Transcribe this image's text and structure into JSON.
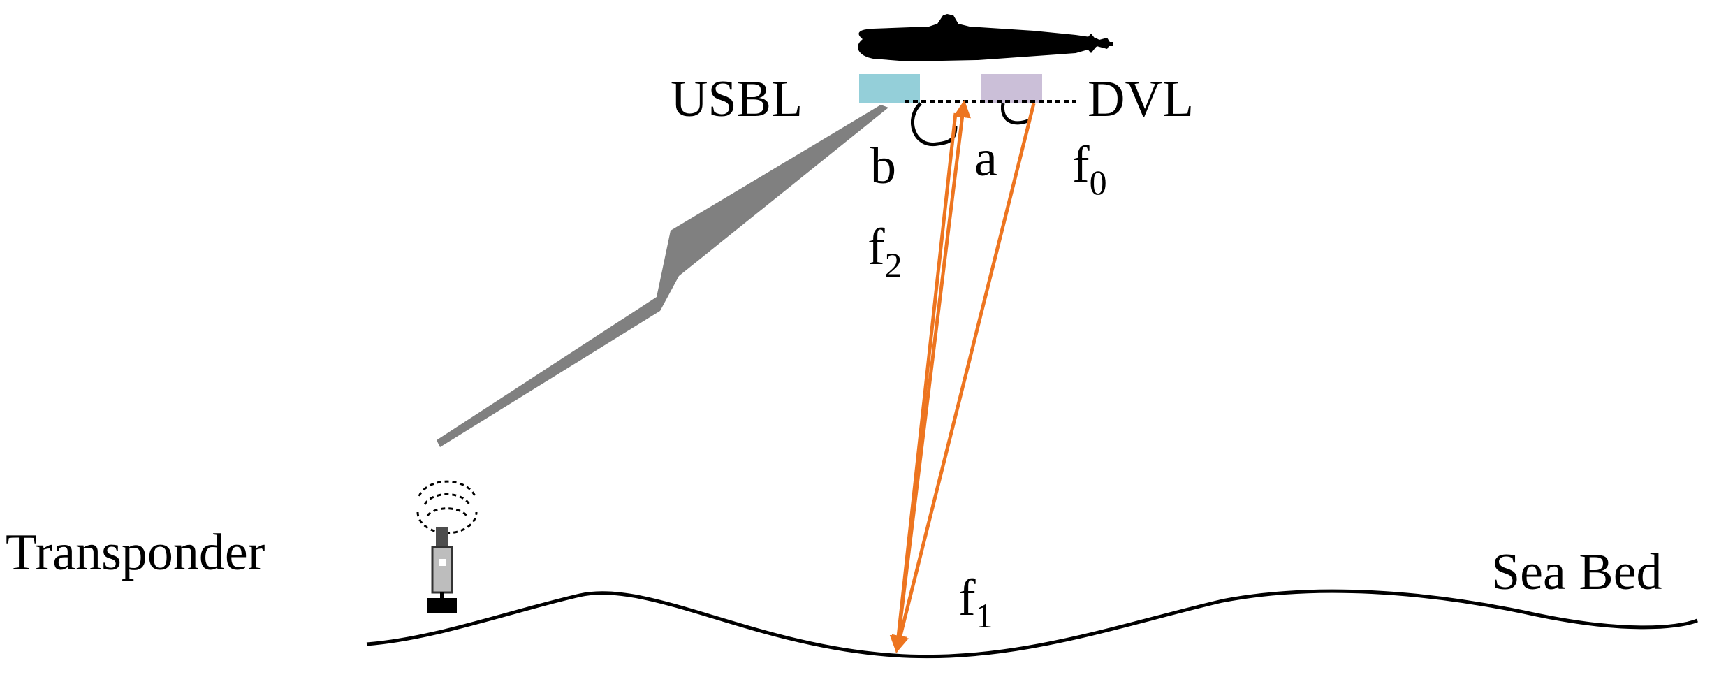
{
  "labels": {
    "usbl": "USBL",
    "dvl": "DVL",
    "angle_b": "b",
    "angle_a": "a",
    "f0_base": "f",
    "f0_sub": "0",
    "f1_base": "f",
    "f1_sub": "1",
    "f2_base": "f",
    "f2_sub": "2",
    "transponder": "Transponder",
    "sea_bed": "Sea Bed"
  },
  "colors": {
    "usbl_box": "#94cfd9",
    "dvl_box": "#cbbfd8",
    "beam": "#ed7520",
    "link": "#808080",
    "outline": "#000000"
  },
  "icons": [
    "submarine-icon",
    "transponder-icon",
    "lightning-link-icon"
  ]
}
